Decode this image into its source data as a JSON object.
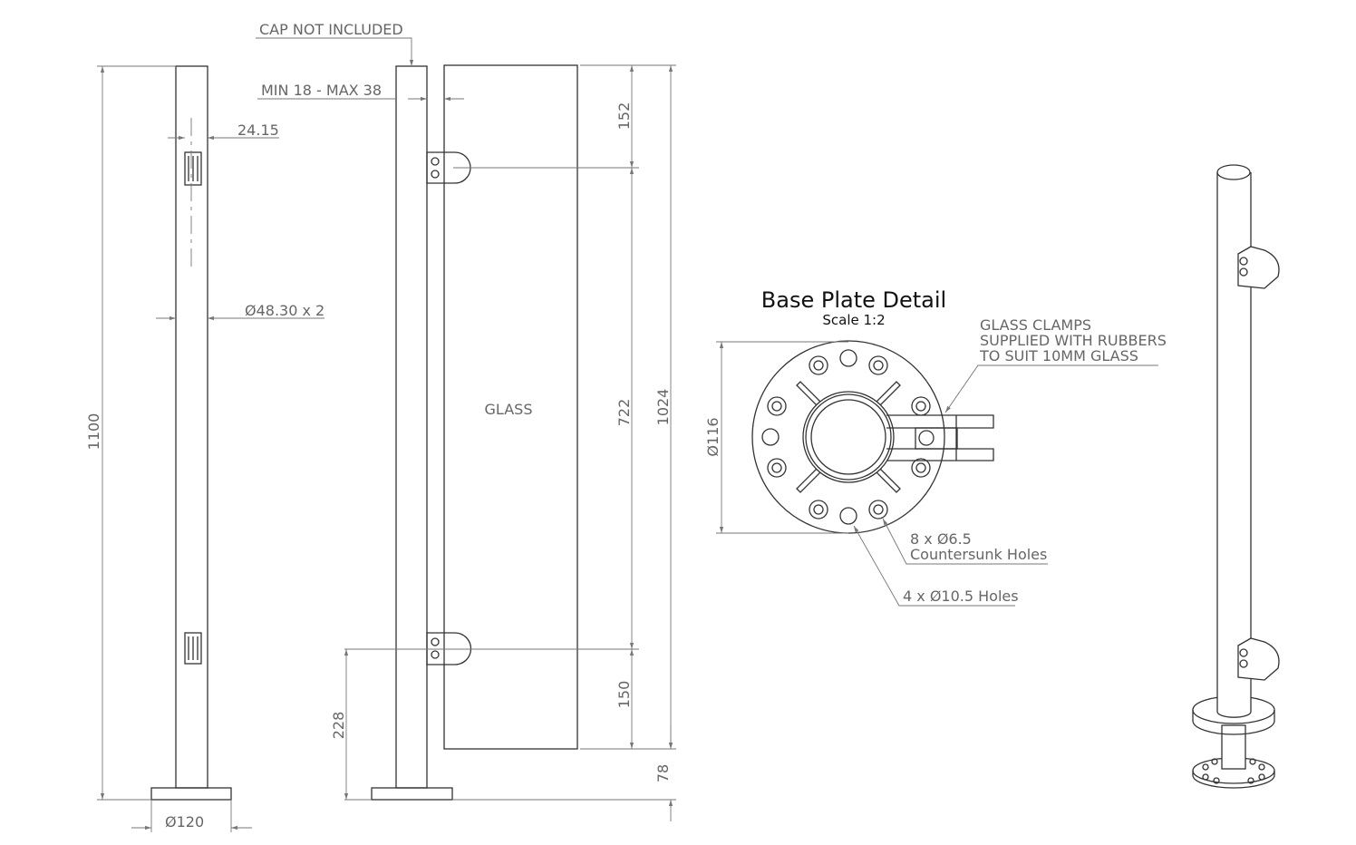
{
  "drawing": {
    "side_view": {
      "height_dim": "1100",
      "clamp_offset_dim": "24.15",
      "tube_dim": "Ø48.30 x 2",
      "base_dim": "Ø120"
    },
    "front_view": {
      "cap_note": "CAP NOT INCLUDED",
      "gap_note": "MIN 18 - MAX 38",
      "glass_label": "GLASS",
      "dims": {
        "top": "152",
        "middle": "722",
        "bottom": "150",
        "glass_height": "1024",
        "floor_gap": "78",
        "lower_clamp_height": "228"
      }
    },
    "base_plate_detail": {
      "title": "Base Plate Detail",
      "scale": "Scale 1:2",
      "diameter_dim": "Ø116",
      "clamp_note": [
        "GLASS CLAMPS",
        "SUPPLIED WITH RUBBERS",
        "TO SUIT 10MM GLASS"
      ],
      "countersunk_note": [
        "8 x Ø6.5",
        "Countersunk Holes"
      ],
      "holes_note": "4 x Ø10.5 Holes"
    }
  }
}
